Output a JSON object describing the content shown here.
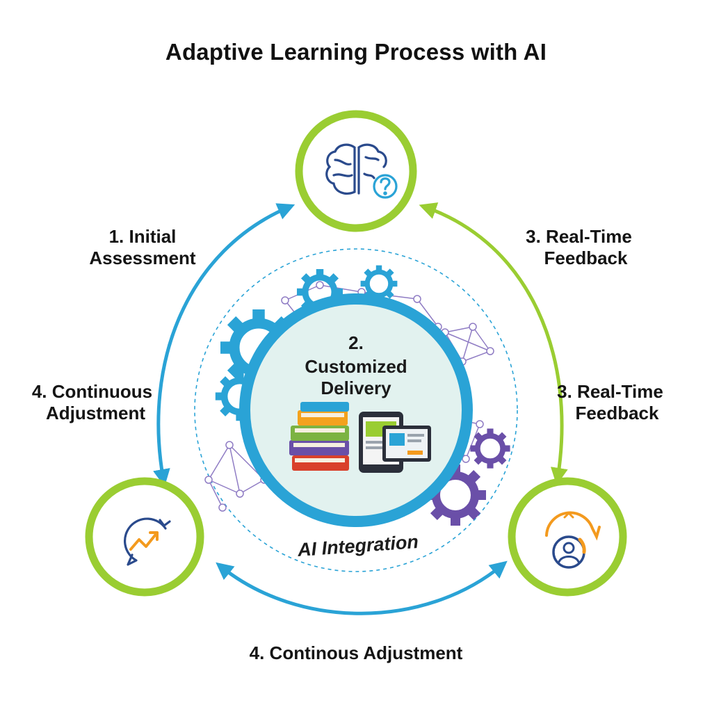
{
  "title": "Adaptive Learning Process with AI",
  "center": {
    "step_number": "2.",
    "line1": "Customized",
    "line2": "Delivery",
    "ai_label": "AI Integration"
  },
  "labels": {
    "initial_assessment": [
      "1. Initial",
      "Assessment"
    ],
    "feedback_upper": [
      "3. Real-Time",
      "Feedback"
    ],
    "feedback_lower": [
      "3. Real-Time",
      "Feedback"
    ],
    "adjustment_left": [
      "4. Continuous",
      "Adjustment"
    ],
    "adjustment_bottom": "4. Continous Adjustment"
  },
  "nodes": {
    "top_icon": "brain-question-icon",
    "left_icon": "trend-chat-icon",
    "right_icon": "user-progress-icon"
  },
  "colors": {
    "green": "#9acd32",
    "blue": "#2aa3d6",
    "purple": "#6a4fa8",
    "orange": "#f39a1e",
    "navy": "#2a4a8c"
  }
}
